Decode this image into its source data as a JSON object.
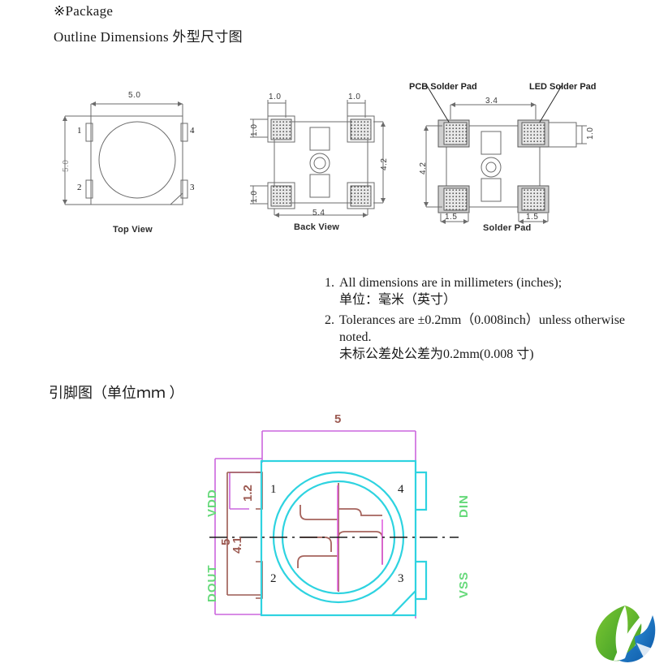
{
  "page": {
    "package_heading": "※Package",
    "outline_heading": "Outline Dimensions  外型尺寸图",
    "pinmap_heading": "引脚图（单位ｍｍ ）"
  },
  "top_view": {
    "label": "Top View",
    "width_dim": "5.0",
    "height_dim": "5.0",
    "pins": [
      "1",
      "2",
      "3",
      "4"
    ]
  },
  "back_view": {
    "label": "Back View",
    "width_dim": "5.4",
    "height_dim": "4.2",
    "pad_dim_top_left": "1.0",
    "pad_dim_top_right": "1.0",
    "pad_dim_left_upper": "1.0",
    "pad_dim_left_lower": "1.0"
  },
  "solder_pad": {
    "label": "Solder Pad",
    "callout_pcb": "PCB Solder Pad",
    "callout_led": "LED Solder Pad",
    "width_dim": "3.4",
    "height_dim": "4.2",
    "bottom_left_dim": "1.5",
    "bottom_right_dim": "1.5",
    "right_dim": "1.0"
  },
  "notes": [
    {
      "number": "1.",
      "en": "All dimensions are in millimeters (inches);",
      "cn": "单位：毫米（英寸）"
    },
    {
      "number": "2.",
      "en": "Tolerances are ±0.2mm（0.008inch）unless otherwise noted.",
      "cn": "未标公差处公差为0.2mm(0.008 寸)"
    }
  ],
  "pinout": {
    "top_dim": "5",
    "left_dim": "5",
    "inner_dim": "4.1",
    "pad_dim": "1.2",
    "pins": [
      {
        "number": "1",
        "name": "VDD"
      },
      {
        "number": "2",
        "name": "DOUT"
      },
      {
        "number": "3",
        "name": "VSS"
      },
      {
        "number": "4",
        "name": "DIN"
      }
    ],
    "colors": {
      "body": "#2ed3e0",
      "dimension": "#cc66dd",
      "label": "#66d97a",
      "text": "#9c5a52"
    }
  },
  "logo": {
    "name": "company-leaf-logo",
    "green": "#5cb531",
    "blue": "#1b72c4"
  }
}
